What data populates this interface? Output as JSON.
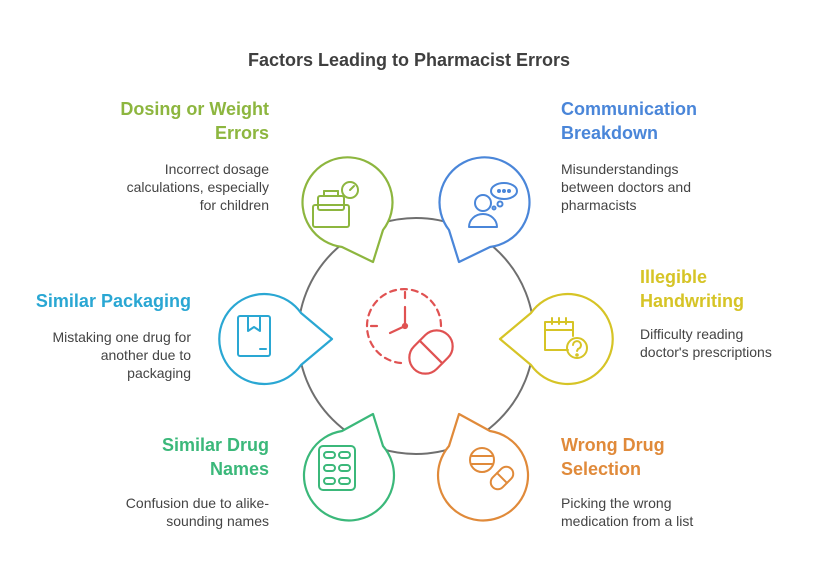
{
  "title": "Factors Leading to Pharmacist Errors",
  "colors": {
    "ring": "#6f6f6f",
    "center": "#e05252",
    "dosing": "#8db63f",
    "communication": "#4a86d9",
    "handwriting": "#d6c426",
    "packaging": "#2aa7d3",
    "drug_names": "#3bb87a",
    "wrong_drug": "#e08a3a"
  },
  "factors": {
    "dosing": {
      "title_lines": [
        "Dosing or Weight",
        "Errors"
      ],
      "desc_lines": [
        "Incorrect dosage",
        "calculations, especially",
        "for children"
      ],
      "icon": "scale-icon"
    },
    "communication": {
      "title_lines": [
        "Communication",
        "Breakdown"
      ],
      "desc_lines": [
        "Misunderstandings",
        "between doctors and",
        "pharmacists"
      ],
      "icon": "chat-person-icon"
    },
    "handwriting": {
      "title_lines": [
        "Illegible",
        "Handwriting"
      ],
      "desc_lines": [
        "Difficulty reading",
        "doctor's prescriptions"
      ],
      "icon": "calendar-question-icon"
    },
    "packaging": {
      "title_lines": [
        "Similar Packaging"
      ],
      "desc_lines": [
        "Mistaking one drug for",
        "another due to",
        "packaging"
      ],
      "icon": "box-icon"
    },
    "drug_names": {
      "title_lines": [
        "Similar Drug",
        "Names"
      ],
      "desc_lines": [
        "Confusion due to alike-",
        "sounding names"
      ],
      "icon": "pill-blister-icon"
    },
    "wrong_drug": {
      "title_lines": [
        "Wrong Drug",
        "Selection"
      ],
      "desc_lines": [
        "Picking the wrong",
        "medication from a list"
      ],
      "icon": "pills-icon"
    }
  }
}
